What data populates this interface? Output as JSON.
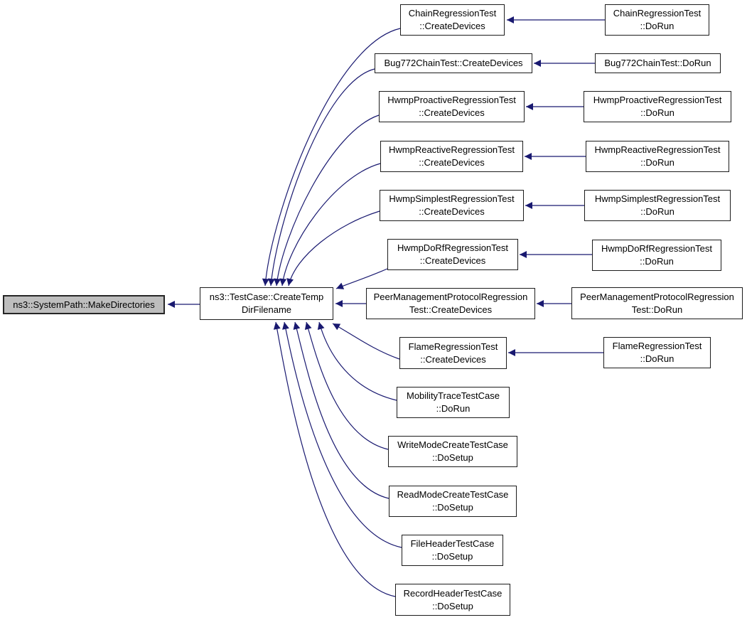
{
  "diagram": {
    "kind": "doxygen-caller-graph",
    "background_color": "#ffffff",
    "edge_color": "#191970",
    "node_fill": "#ffffff",
    "node_border_color": "#1c1c1c",
    "highlighted_node_fill": "#bebebe"
  },
  "nodes": {
    "makeDirectories": {
      "line1": "ns3::SystemPath::MakeDirectories",
      "line2": ""
    },
    "createTempDirFilename": {
      "line1": "ns3::TestCase::CreateTemp",
      "line2": "DirFilename"
    },
    "chainCreate": {
      "line1": "ChainRegressionTest",
      "line2": "::CreateDevices"
    },
    "chainDoRun": {
      "line1": "ChainRegressionTest",
      "line2": "::DoRun"
    },
    "bug772Create": {
      "line1": "Bug772ChainTest::CreateDevices",
      "line2": ""
    },
    "bug772DoRun": {
      "line1": "Bug772ChainTest::DoRun",
      "line2": ""
    },
    "hwmpProactiveCreate": {
      "line1": "HwmpProactiveRegressionTest",
      "line2": "::CreateDevices"
    },
    "hwmpProactiveDoRun": {
      "line1": "HwmpProactiveRegressionTest",
      "line2": "::DoRun"
    },
    "hwmpReactiveCreate": {
      "line1": "HwmpReactiveRegressionTest",
      "line2": "::CreateDevices"
    },
    "hwmpReactiveDoRun": {
      "line1": "HwmpReactiveRegressionTest",
      "line2": "::DoRun"
    },
    "hwmpSimplestCreate": {
      "line1": "HwmpSimplestRegressionTest",
      "line2": "::CreateDevices"
    },
    "hwmpSimplestDoRun": {
      "line1": "HwmpSimplestRegressionTest",
      "line2": "::DoRun"
    },
    "hwmpDoRfCreate": {
      "line1": "HwmpDoRfRegressionTest",
      "line2": "::CreateDevices"
    },
    "hwmpDoRfDoRun": {
      "line1": "HwmpDoRfRegressionTest",
      "line2": "::DoRun"
    },
    "peerCreate": {
      "line1": "PeerManagementProtocolRegression",
      "line2": "Test::CreateDevices"
    },
    "peerDoRun": {
      "line1": "PeerManagementProtocolRegression",
      "line2": "Test::DoRun"
    },
    "flameCreate": {
      "line1": "FlameRegressionTest",
      "line2": "::CreateDevices"
    },
    "flameDoRun": {
      "line1": "FlameRegressionTest",
      "line2": "::DoRun"
    },
    "mobilityDoRun": {
      "line1": "MobilityTraceTestCase",
      "line2": "::DoRun"
    },
    "writeModeDoSetup": {
      "line1": "WriteModeCreateTestCase",
      "line2": "::DoSetup"
    },
    "readModeDoSetup": {
      "line1": "ReadModeCreateTestCase",
      "line2": "::DoSetup"
    },
    "fileHeaderDoSetup": {
      "line1": "FileHeaderTestCase",
      "line2": "::DoSetup"
    },
    "recordHeaderDoSetup": {
      "line1": "RecordHeaderTestCase",
      "line2": "::DoSetup"
    }
  },
  "edges": [
    {
      "from": "createTempDirFilename",
      "to": "makeDirectories"
    },
    {
      "from": "chainDoRun",
      "to": "chainCreate"
    },
    {
      "from": "bug772DoRun",
      "to": "bug772Create"
    },
    {
      "from": "hwmpProactiveDoRun",
      "to": "hwmpProactiveCreate"
    },
    {
      "from": "hwmpReactiveDoRun",
      "to": "hwmpReactiveCreate"
    },
    {
      "from": "hwmpSimplestDoRun",
      "to": "hwmpSimplestCreate"
    },
    {
      "from": "hwmpDoRfDoRun",
      "to": "hwmpDoRfCreate"
    },
    {
      "from": "peerDoRun",
      "to": "peerCreate"
    },
    {
      "from": "flameDoRun",
      "to": "flameCreate"
    },
    {
      "from": "chainCreate",
      "to": "createTempDirFilename"
    },
    {
      "from": "bug772Create",
      "to": "createTempDirFilename"
    },
    {
      "from": "hwmpProactiveCreate",
      "to": "createTempDirFilename"
    },
    {
      "from": "hwmpReactiveCreate",
      "to": "createTempDirFilename"
    },
    {
      "from": "hwmpSimplestCreate",
      "to": "createTempDirFilename"
    },
    {
      "from": "hwmpDoRfCreate",
      "to": "createTempDirFilename"
    },
    {
      "from": "peerCreate",
      "to": "createTempDirFilename"
    },
    {
      "from": "flameCreate",
      "to": "createTempDirFilename"
    },
    {
      "from": "mobilityDoRun",
      "to": "createTempDirFilename"
    },
    {
      "from": "writeModeDoSetup",
      "to": "createTempDirFilename"
    },
    {
      "from": "readModeDoSetup",
      "to": "createTempDirFilename"
    },
    {
      "from": "fileHeaderDoSetup",
      "to": "createTempDirFilename"
    },
    {
      "from": "recordHeaderDoSetup",
      "to": "createTempDirFilename"
    }
  ]
}
